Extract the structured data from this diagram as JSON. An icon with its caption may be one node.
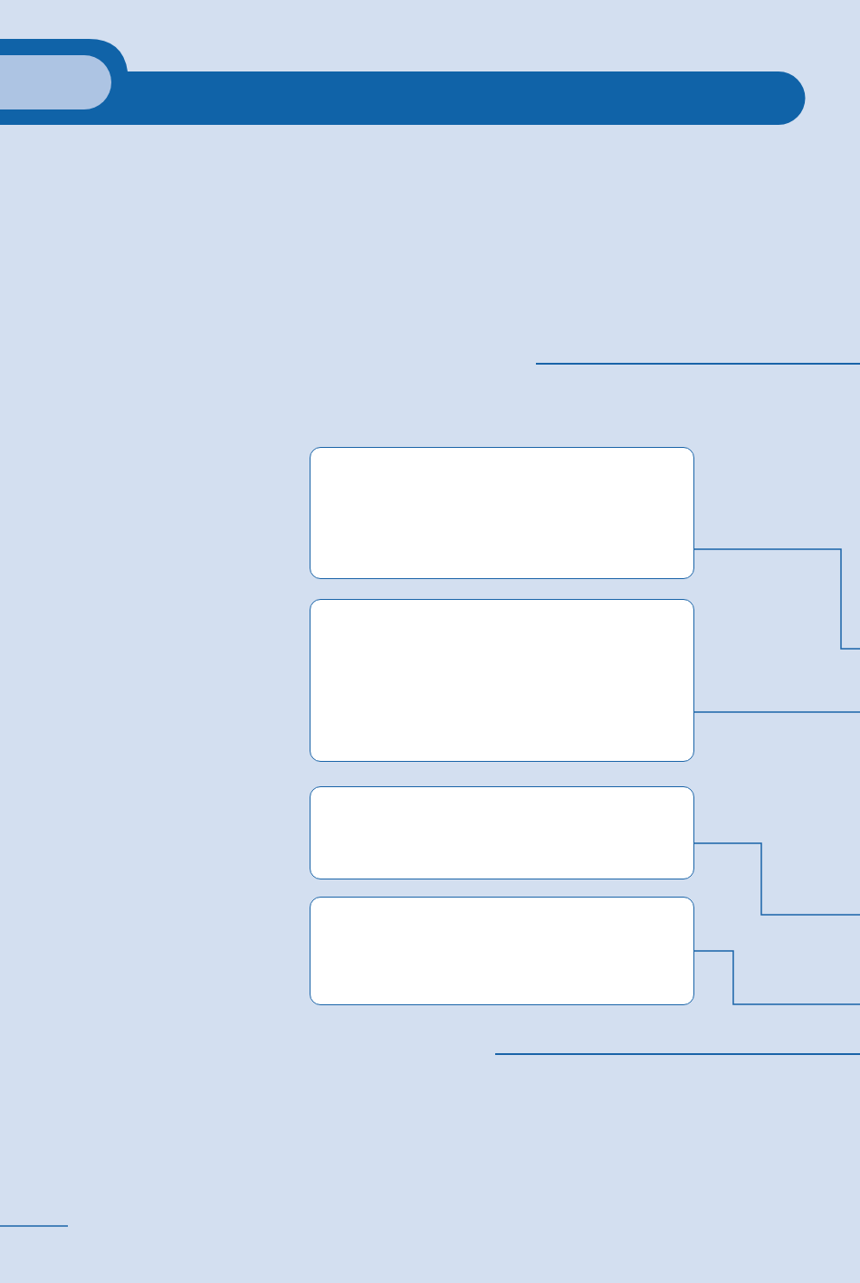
{
  "diagram": {
    "nodes": [
      {
        "text": [],
        "shape": "box"
      },
      {
        "text": [],
        "shape": "box"
      },
      {
        "text": [],
        "shape": "box"
      },
      {
        "text": [],
        "shape": "box"
      }
    ],
    "edges": [
      {
        "from": 0,
        "to": null,
        "arrow": "none"
      },
      {
        "from": 1,
        "to": null,
        "arrow": "none"
      },
      {
        "from": 2,
        "to": null,
        "arrow": "none"
      },
      {
        "from": 3,
        "to": null,
        "arrow": "none"
      }
    ]
  }
}
